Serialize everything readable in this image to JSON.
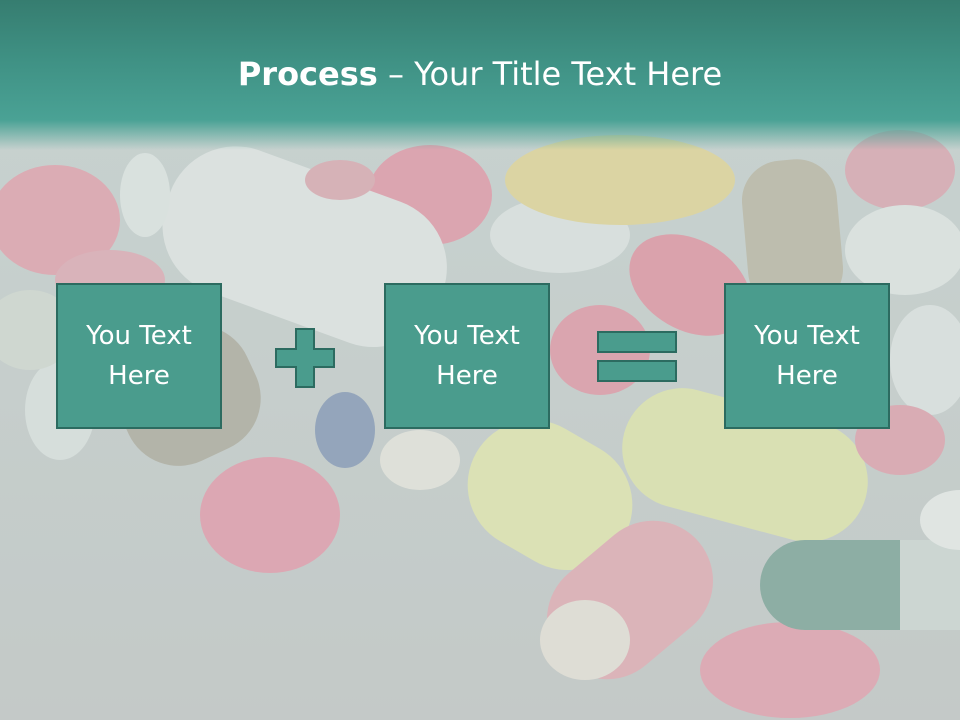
{
  "slide": {
    "title_bold": "Process",
    "title_rest": " – Your Title Text Here",
    "boxes": [
      {
        "label": "You Text\nHere"
      },
      {
        "label": "You Text\nHere"
      },
      {
        "label": "You Text\nHere"
      }
    ],
    "operators": [
      "plus-icon",
      "equals-icon"
    ],
    "colors": {
      "banner": "#3f9184",
      "box_fill": "#4a9c8d",
      "box_border": "#2c6b60",
      "text": "#ffffff"
    }
  }
}
